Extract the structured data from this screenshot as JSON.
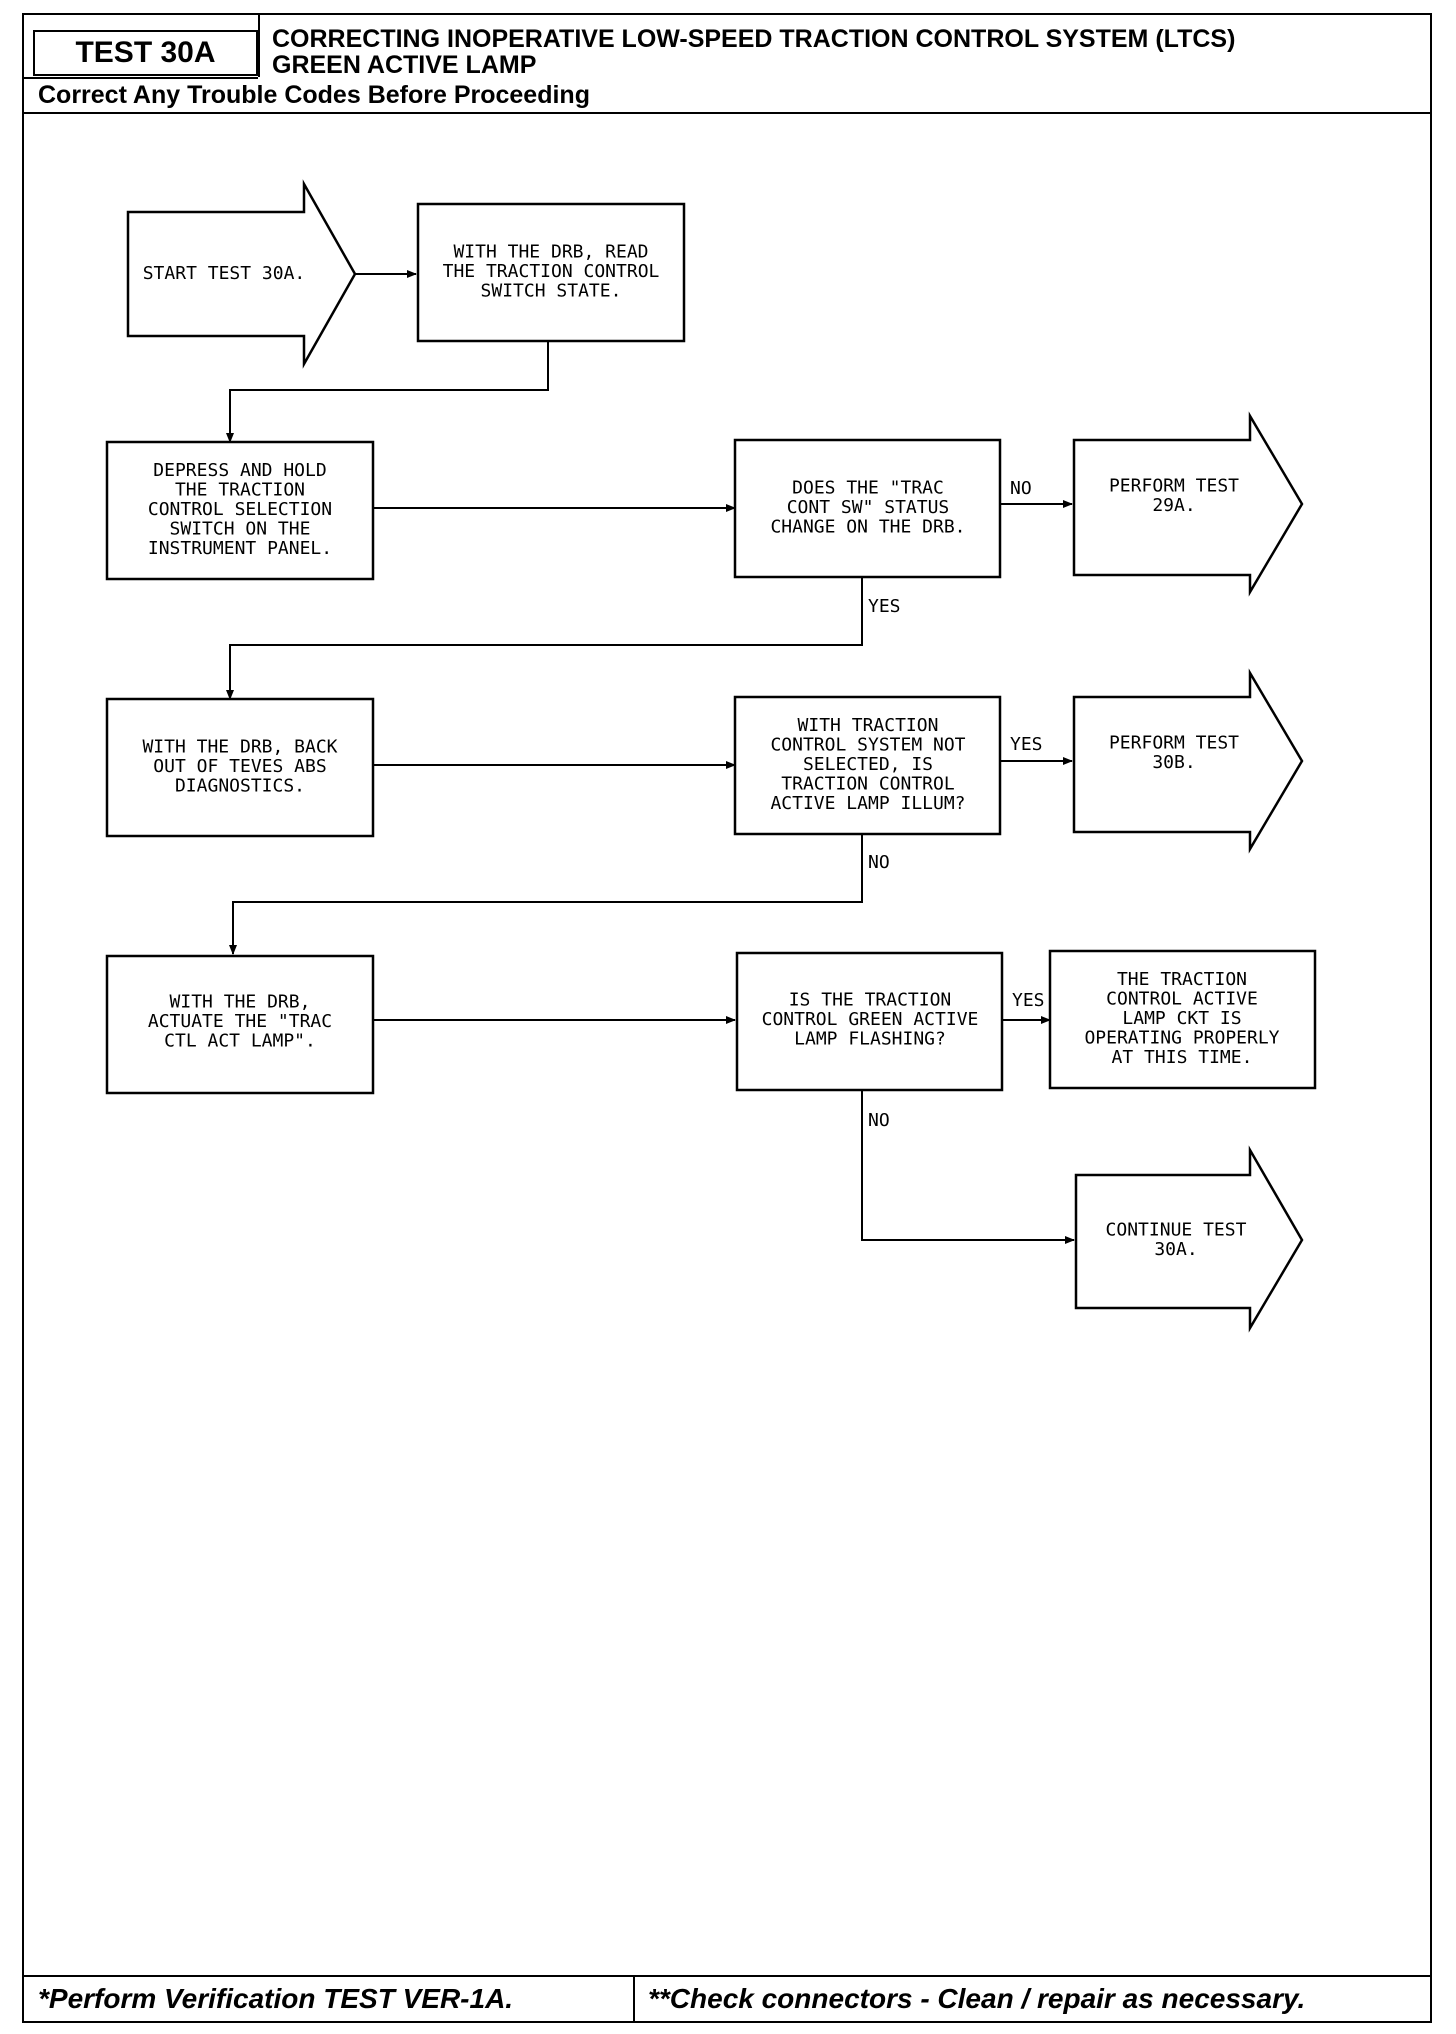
{
  "header": {
    "test_id": "TEST 30A",
    "title_line1": "CORRECTING INOPERATIVE LOW-SPEED TRACTION CONTROL SYSTEM (LTCS)",
    "title_line2": "GREEN ACTIVE LAMP",
    "subtitle": "Correct Any Trouble Codes Before Proceeding"
  },
  "flow": {
    "start": [
      "START TEST 30A."
    ],
    "read_switch": [
      "WITH THE DRB, READ",
      "THE TRACTION CONTROL",
      "SWITCH STATE."
    ],
    "depress": [
      "DEPRESS AND HOLD",
      "THE TRACTION",
      "CONTROL SELECTION",
      "SWITCH ON THE",
      "INSTRUMENT PANEL."
    ],
    "q_status": [
      "DOES THE \"TRAC",
      "CONT SW\" STATUS",
      "CHANGE ON THE DRB."
    ],
    "perform_29a": [
      "PERFORM TEST",
      "29A."
    ],
    "back_out": [
      "WITH THE DRB, BACK",
      "OUT OF TEVES ABS",
      "DIAGNOSTICS."
    ],
    "q_illum": [
      "WITH TRACTION",
      "CONTROL SYSTEM NOT",
      "SELECTED, IS",
      "TRACTION CONTROL",
      "ACTIVE LAMP ILLUM?"
    ],
    "perform_30b": [
      "PERFORM TEST",
      "30B."
    ],
    "actuate": [
      "WITH THE DRB,",
      "ACTUATE THE \"TRAC",
      "CTL ACT LAMP\"."
    ],
    "q_flashing": [
      "IS THE TRACTION",
      "CONTROL GREEN ACTIVE",
      "LAMP FLASHING?"
    ],
    "operating": [
      "THE TRACTION",
      "CONTROL ACTIVE",
      "LAMP CKT IS",
      "OPERATING PROPERLY",
      "AT THIS TIME."
    ],
    "continue": [
      "CONTINUE TEST",
      "30A."
    ]
  },
  "labels": {
    "no_1": "NO",
    "yes_1": "YES",
    "yes_2": "YES",
    "no_2": "NO",
    "yes_3": "YES",
    "no_3": "NO"
  },
  "footer": {
    "left": "*Perform Verification TEST VER-1A.",
    "right": "**Check connectors - Clean / repair as necessary."
  }
}
